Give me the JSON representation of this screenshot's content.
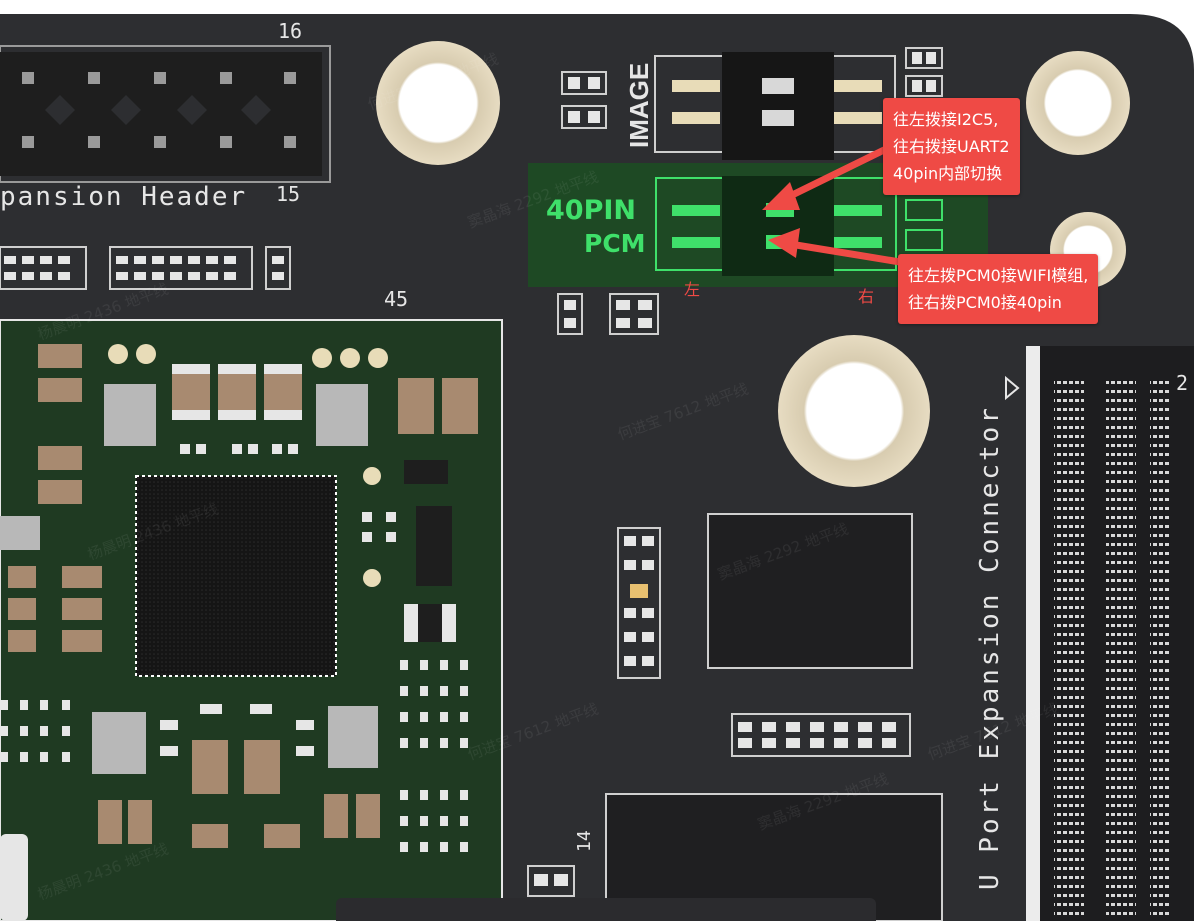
{
  "labels": {
    "header_pin_16": "16",
    "header_pin_15": "15",
    "expansion_header": "pansion Header",
    "image_label": "IMAGE",
    "pin_40": "40PIN",
    "pcm": "PCM",
    "pin_45": "45",
    "pin_14": "14",
    "pin_2": "2",
    "connector_label": "U Port Expansion Connector"
  },
  "annotations": {
    "callout_top": [
      "往左拨接I2C5,",
      "往右拨接UART2",
      "40pin内部切换"
    ],
    "callout_bottom": [
      "往左拨PCM0接WIFI模组,",
      "往右拨PCM0接40pin"
    ],
    "left_label": "左",
    "right_label": "右"
  },
  "watermarks": [
    "何进宝 7612 地平线",
    "窦晶海 2292 地平线",
    "杨晨明 2436 地平线"
  ],
  "colors": {
    "board": "#2d2e31",
    "module": "#1f3a22",
    "silkscreen": "#e6e6e6",
    "annotation_red": "#ef4a45",
    "switch_green": "#3fe06a"
  }
}
